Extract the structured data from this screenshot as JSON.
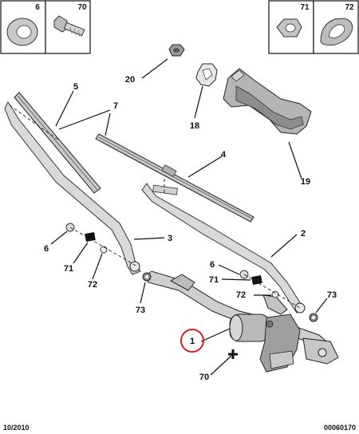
{
  "header_boxes": [
    {
      "part": "6",
      "icon": "washer-icon"
    },
    {
      "part": "70",
      "icon": "bolt-icon"
    },
    {
      "part": "71",
      "icon": "hex-nut-icon"
    },
    {
      "part": "72",
      "icon": "pad-icon"
    }
  ],
  "callouts": {
    "p1": "1",
    "p2": "2",
    "p3": "3",
    "p4": "4",
    "p5": "5",
    "p6a": "6",
    "p6b": "6",
    "p7": "7",
    "p18": "18",
    "p19": "19",
    "p20": "20",
    "p70": "70",
    "p71a": "71",
    "p71b": "71",
    "p72a": "72",
    "p72b": "72",
    "p73a": "73",
    "p73b": "73"
  },
  "highlight_color": "#cc2222",
  "footer": {
    "date": "10/2010",
    "reference": "00060170"
  }
}
